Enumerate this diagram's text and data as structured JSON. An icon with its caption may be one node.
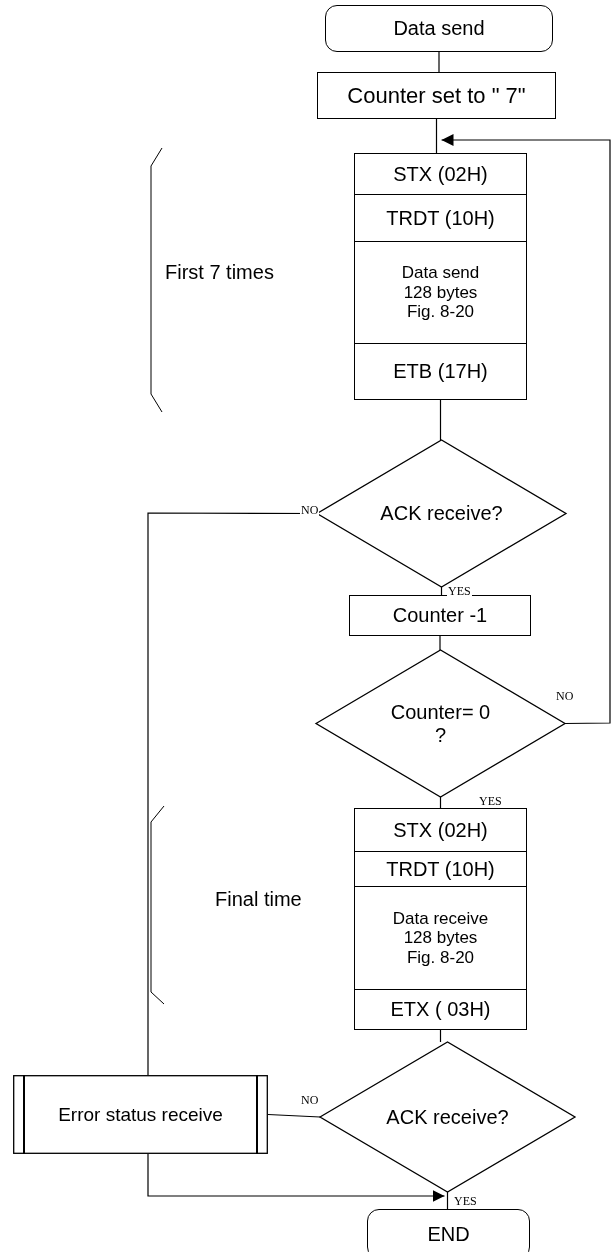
{
  "diagram": {
    "nodes": [
      {
        "text": [
          "Data send"
        ]
      },
      {
        "text": [
          "Counter set to \" 7\""
        ]
      },
      {
        "text": [
          "STX (02H)"
        ]
      },
      {
        "text": [
          "TRDT (10H)"
        ]
      },
      {
        "text": [
          "Data send 128 bytes Fig. 8-20"
        ]
      },
      {
        "text": [
          "ETB (17H)"
        ]
      },
      {
        "text": [
          "ACK receive?"
        ]
      },
      {
        "text": [
          "Counter -1"
        ]
      },
      {
        "text": [
          "Counter= 0 ?"
        ]
      },
      {
        "text": [
          "STX (02H)"
        ]
      },
      {
        "text": [
          "TRDT (10H)"
        ]
      },
      {
        "text": [
          "Data receive 128 bytes Fig. 8-20"
        ]
      },
      {
        "text": [
          "ETX ( 03H)"
        ]
      },
      {
        "text": [
          "ACK receive?"
        ]
      },
      {
        "text": [
          "Error status receive"
        ]
      },
      {
        "text": [
          "END"
        ]
      }
    ],
    "edges": [
      {
        "from": 0,
        "to": 1,
        "arrow": "none"
      },
      {
        "from": 1,
        "to": 2,
        "arrow": "none"
      },
      {
        "from": 5,
        "to": 6,
        "arrow": "none"
      },
      {
        "from": 6,
        "to": 14,
        "arrow": "none",
        "label": "NO"
      },
      {
        "from": 6,
        "to": 7,
        "arrow": "none",
        "label": "YES"
      },
      {
        "from": 7,
        "to": 8,
        "arrow": "none"
      },
      {
        "from": 8,
        "to": 2,
        "arrow": "to",
        "label": "NO"
      },
      {
        "from": 8,
        "to": 9,
        "arrow": "none",
        "label": "YES"
      },
      {
        "from": 12,
        "to": 13,
        "arrow": "none"
      },
      {
        "from": 13,
        "to": 14,
        "arrow": "none",
        "label": "NO"
      },
      {
        "from": 13,
        "to": 15,
        "arrow": "none",
        "label": "YES"
      },
      {
        "from": 14,
        "to": 15,
        "arrow": "to"
      }
    ],
    "labels": [
      "First 7 times",
      "Final time"
    ]
  }
}
